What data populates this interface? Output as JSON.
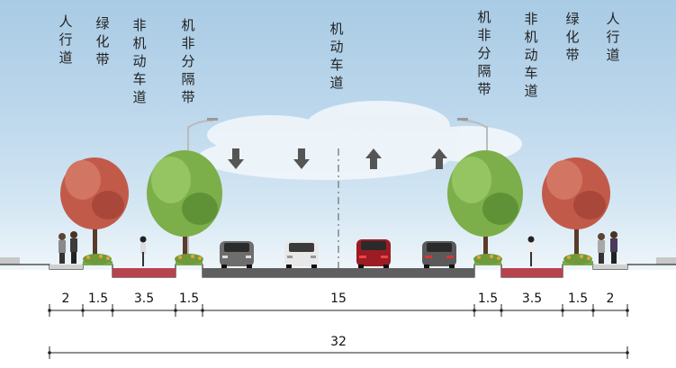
{
  "labels": {
    "sidewalk_left": "人行道",
    "green_left": "绿化带",
    "bike_left": "非机动车道",
    "separator_left": "机非分隔带",
    "motor_lane": "机动车道",
    "separator_right": "机非分隔带",
    "bike_right": "非机动车道",
    "green_right": "绿化带",
    "sidewalk_right": "人行道"
  },
  "widths": [
    "2",
    "1.5",
    "3.5",
    "1.5",
    "15",
    "1.5",
    "3.5",
    "1.5",
    "2"
  ],
  "total_width": "32",
  "colors": {
    "bike_lane": "#b8434e",
    "road": "#5f5f5f",
    "curb": "#d9d9d9",
    "tree_red": "#c25a4a",
    "tree_green": "#7cae4a",
    "car_white": "#e8e8e8",
    "car_red": "#9b1c24",
    "car_grey": "#6d6d6d"
  }
}
